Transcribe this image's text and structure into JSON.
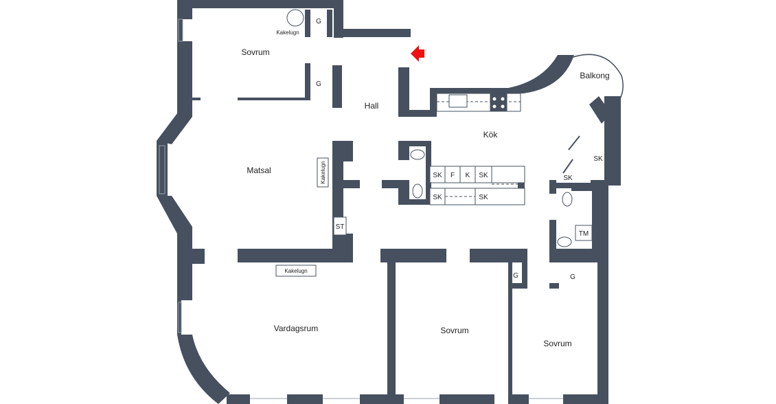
{
  "plan": {
    "wall_color": "#46505f",
    "entrance_arrow_color": "#ee1111",
    "rooms": {
      "sovrum_top": "Sovrum",
      "hall": "Hall",
      "kok": "Kök",
      "balkong": "Balkong",
      "matsal": "Matsal",
      "vardagsrum": "Vardagsrum",
      "sovrum_mid": "Sovrum",
      "sovrum_right": "Sovrum"
    },
    "fixtures": {
      "kakelugn_top": "Kakelugn",
      "g_top": "G",
      "g_hall": "G",
      "kakelugn_matsal": "Kakelugn",
      "st": "ST",
      "kakelugn_vardagsrum": "Kakelugn",
      "sk_1": "SK",
      "f": "F",
      "k": "K",
      "sk_2": "SK",
      "sk_3": "SK",
      "sk_4": "SK",
      "sk_right": "SK",
      "sk_small": "SK",
      "tm": "TM",
      "g_mid": "G",
      "g_right": "G"
    }
  }
}
